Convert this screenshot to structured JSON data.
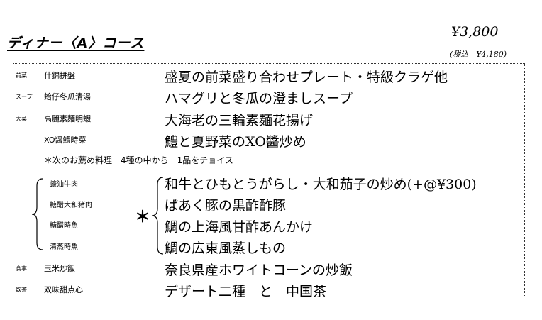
{
  "header": {
    "course_title": "ディナー〈A〉コース",
    "price": "¥3,800",
    "price_tax_note": "(税込　¥4,180)"
  },
  "menu": {
    "items": [
      {
        "category": "前菜",
        "chinese": "什錦拼盤",
        "japanese": "盛夏の前菜盛り合わせプレート・特級クラゲ他"
      },
      {
        "category": "スープ",
        "chinese": "蛤仔冬瓜清湯",
        "japanese": "ハマグリと冬瓜の澄ましスープ"
      },
      {
        "category": "大菜",
        "chinese": "高麗素麺明蝦",
        "japanese": "大海老の三輪素麺花揚げ"
      },
      {
        "category": "",
        "chinese": "XO醤鱧時菜",
        "japanese": "鱧と夏野菜のXO醬炒め"
      }
    ],
    "choice_note": "＊次のお薦め料理　4種の中から　1品をチョイス",
    "choice_marker": "＊",
    "choice_items": [
      {
        "chinese": "蠔油牛肉",
        "japanese": "和牛とひもとうがらし・大和茄子の炒め(+@¥300)"
      },
      {
        "chinese": "糖醋大和猪肉",
        "japanese": "ばあく豚の黒酢酢豚"
      },
      {
        "chinese": "糖醋時魚",
        "japanese": "鯛の上海風甘酢あんかけ"
      },
      {
        "chinese": "清蒸時魚",
        "japanese": "鯛の広東風蒸しもの"
      }
    ],
    "final_items": [
      {
        "category": "食事",
        "chinese": "玉米炒飯",
        "japanese": "奈良県産ホワイトコーンの炒飯"
      },
      {
        "category": "飲茶",
        "chinese": "双味甜点心",
        "japanese": "デザート二種　と　中国茶"
      }
    ]
  }
}
